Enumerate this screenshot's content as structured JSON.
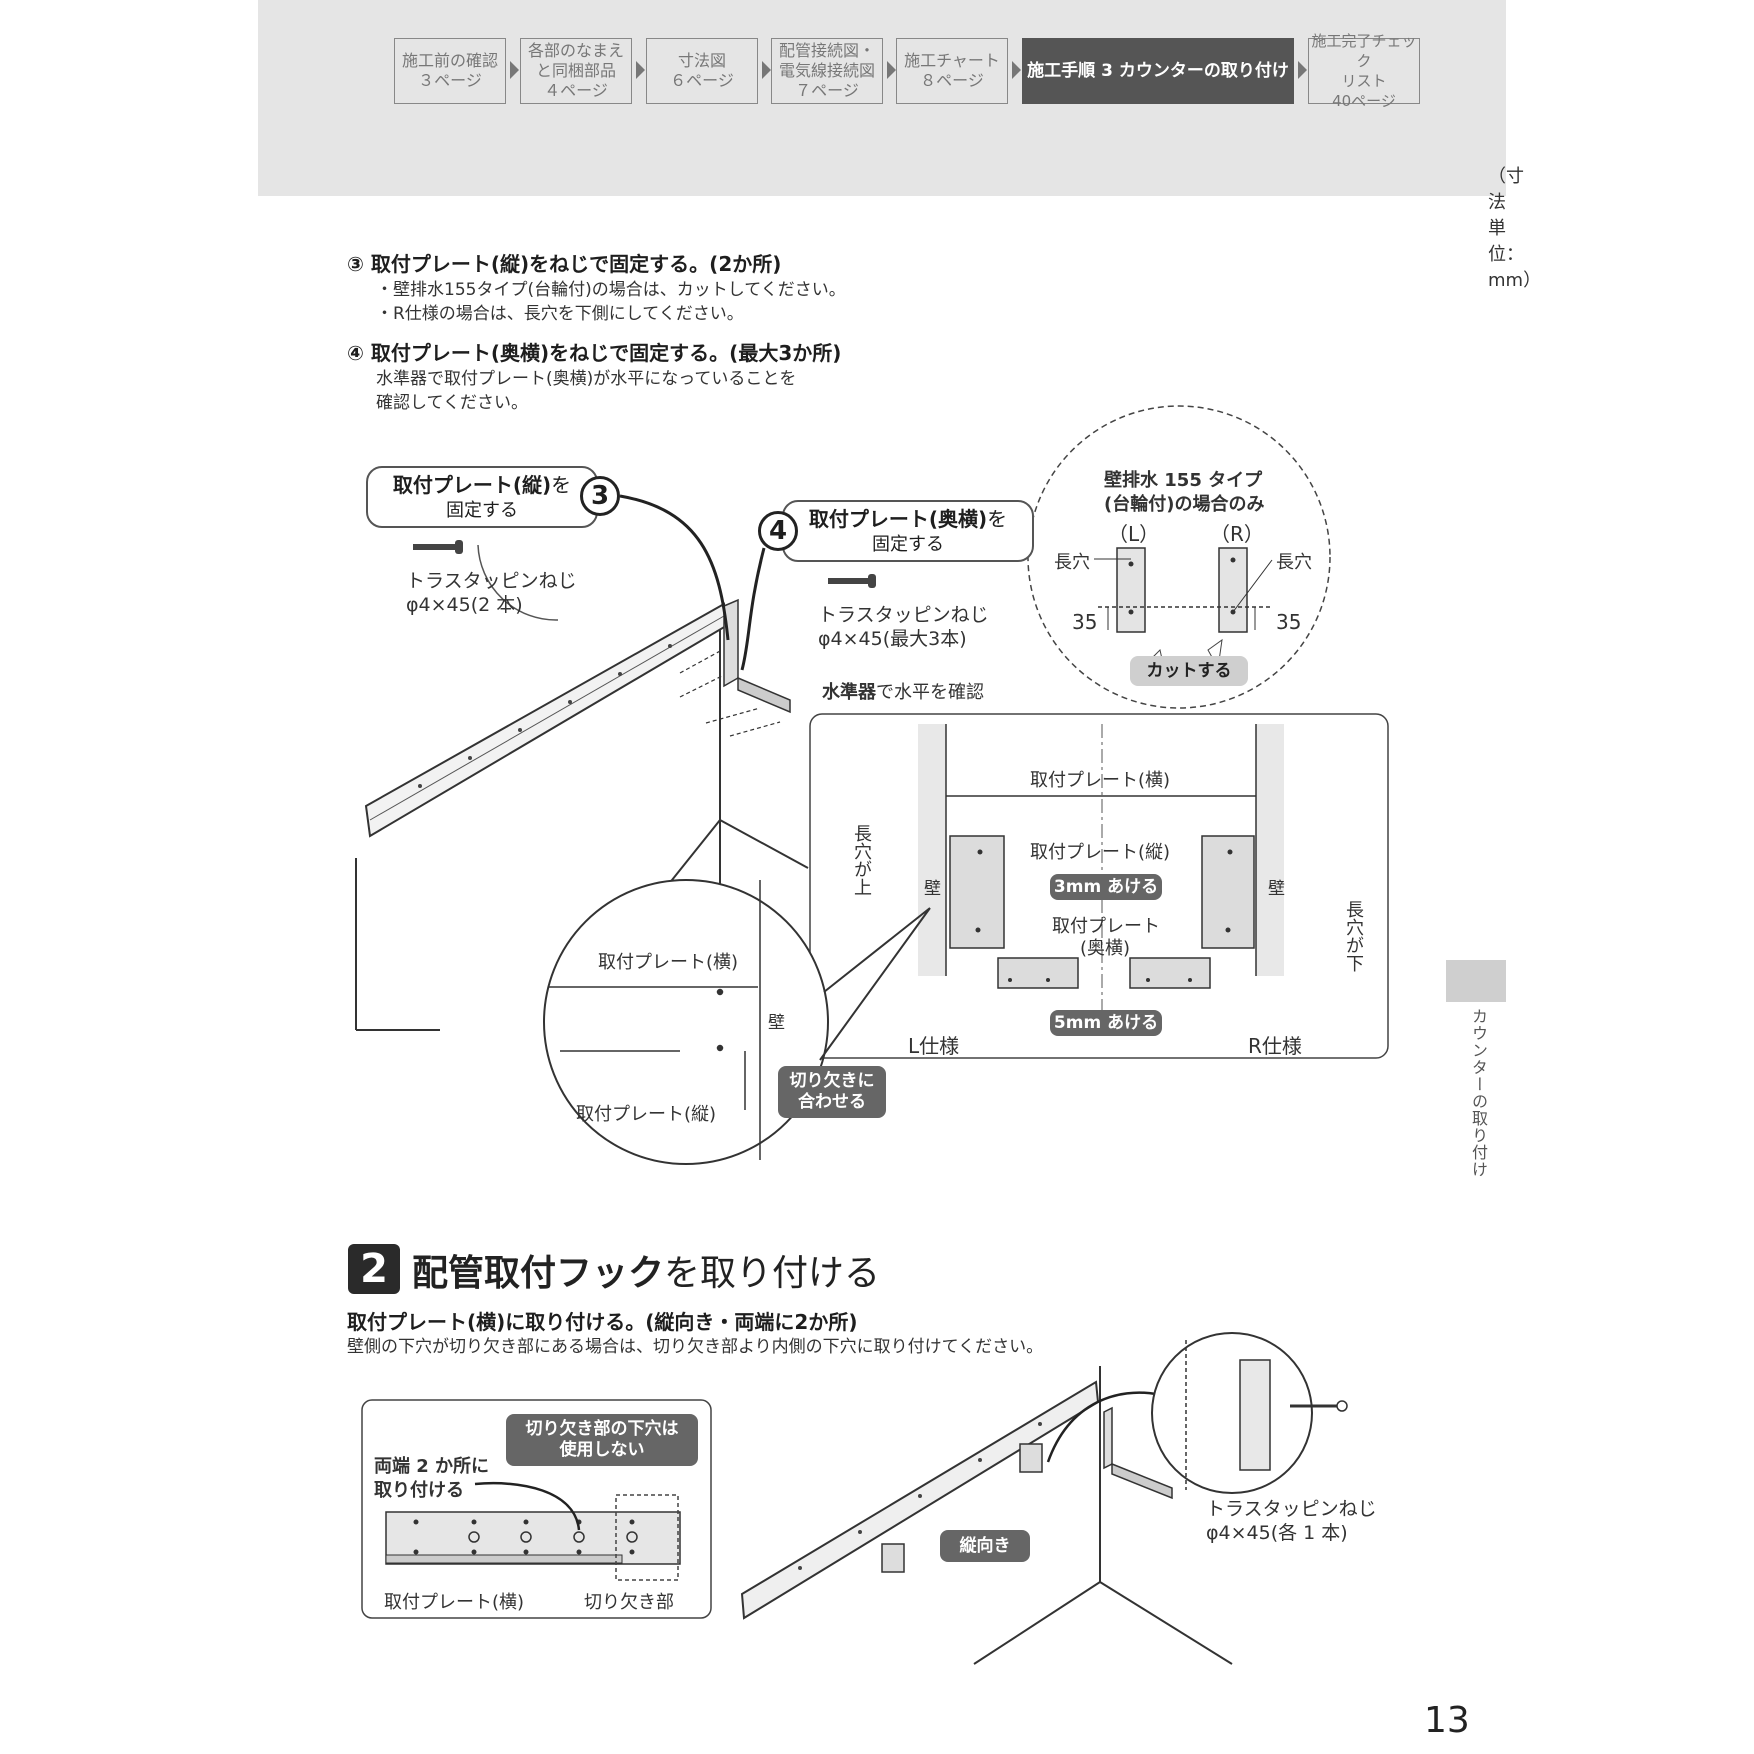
{
  "header": {
    "nav": [
      {
        "label": "施工前の確認\n３ページ"
      },
      {
        "label": "各部のなまえ\nと同梱部品\n４ページ"
      },
      {
        "label": "寸法図\n６ページ"
      },
      {
        "label": "配管接続図・\n電気線接続図\n７ページ"
      },
      {
        "label": "施工チャート\n８ページ"
      },
      {
        "label": "施工手順 3 カウンターの取り付け"
      },
      {
        "label": "施工完了チェック\nリスト\n40ページ"
      }
    ],
    "unit_note": "（寸法単位：mm）"
  },
  "side_tab": "カウンターの取り付け",
  "instructions": {
    "step3": {
      "heading": "③ 取付プレート(縦)をねじで固定する。(2か所)",
      "notes": [
        "・壁排水155タイプ(台輪付)の場合は、カットしてください。",
        "・R仕様の場合は、長穴を下側にしてください。"
      ]
    },
    "step4": {
      "heading": "④ 取付プレート(奥横)をねじで固定する。(最大3か所)",
      "notes": [
        "水準器で取付プレート(奥横)が水平になっていることを",
        "確認してください。"
      ]
    }
  },
  "figure1": {
    "callout3_bold": "取付プレート(縦)",
    "callout3_rest": "を",
    "callout3_line2": "固定する",
    "badge3": "3",
    "screw1_line1": "トラスタッピンねじ",
    "screw1_line2": "φ4×45(2 本)",
    "callout4_bold": "取付プレート(奥横)",
    "callout4_rest": "を",
    "callout4_line2": "固定する",
    "badge4": "4",
    "screw2_line1": "トラスタッピンねじ",
    "screw2_line2": "φ4×45(最大3本)",
    "level_bold": "水準器",
    "level_rest": "で水平を確認",
    "circle_title_1": "壁排水 155 タイプ",
    "circle_title_2": "(台輪付)の場合のみ",
    "circle_L": "（L）",
    "circle_R": "（R）",
    "slot_left": "長穴",
    "slot_right": "長穴",
    "dim_left": "35",
    "dim_right": "35",
    "cut_label": "カットする",
    "box_plate_horizontal": "取付プレート(横)",
    "box_plate_vertical": "取付プレート(縦)",
    "box_plate_back_1": "取付プレート",
    "box_plate_back_2": "(奥横)",
    "box_gap3": "3mm あける",
    "box_gap5": "5mm あける",
    "box_slot_up": "長穴が上",
    "box_slot_down": "長穴が下",
    "box_wall_left": "壁",
    "box_wall_right": "壁",
    "box_L": "L仕様",
    "box_R": "R仕様",
    "zoom_plate_horizontal": "取付プレート(横)",
    "zoom_wall": "壁",
    "zoom_plate_vertical": "取付プレート(縦)",
    "zoom_notch": "切り欠きに\n合わせる"
  },
  "section2": {
    "number": "2",
    "title_bold": "配管取付フック",
    "title_rest": "を取り付ける",
    "heading": "取付プレート(横)に取り付ける。(縦向き・両端に2か所)",
    "note": "壁側の下穴が切り欠き部にある場合は、切り欠き部より内側の下穴に取り付けてください。",
    "inset_ends_1": "両端 2 か所に",
    "inset_ends_2": "取り付ける",
    "inset_notch_hole": "切り欠き部の下穴は\n使用しない",
    "inset_plate": "取付プレート(横)",
    "inset_notch": "切り欠き部",
    "vertical_label": "縦向き",
    "screw_line1": "トラスタッピンねじ",
    "screw_line2": "φ4×45(各 1 本)"
  },
  "page_number": "13",
  "colors": {
    "header_bg": "#e5e5e5",
    "active_tab": "#555555",
    "pill": "#666666"
  }
}
